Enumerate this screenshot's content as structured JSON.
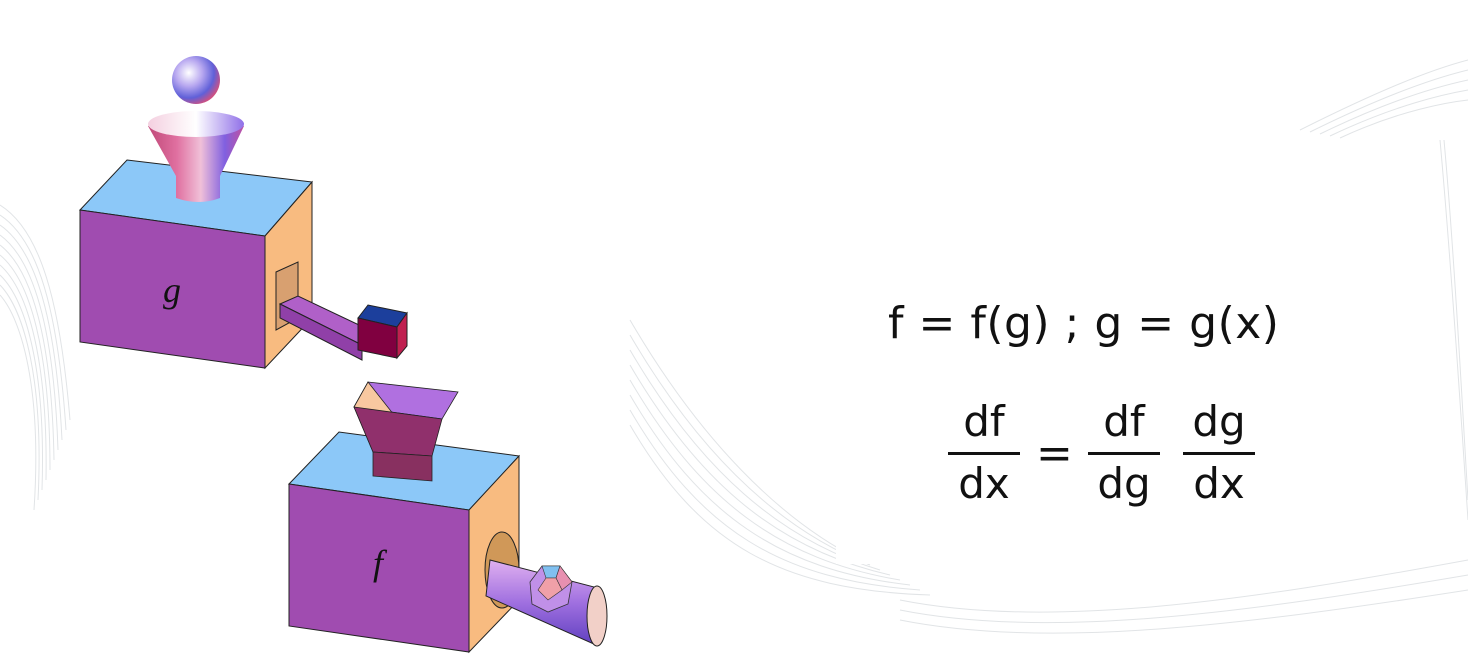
{
  "machines": {
    "g": {
      "label": "g"
    },
    "f": {
      "label": "f"
    }
  },
  "equations": {
    "line1": "f = f(g) ;  g = g(x)",
    "fraction1": {
      "num": "df",
      "den": "dx"
    },
    "equals": "=",
    "fraction2": {
      "num": "df",
      "den": "dg"
    },
    "fraction3": {
      "num": "dg",
      "den": "dx"
    }
  },
  "colors": {
    "box_front": "#a04cb0",
    "box_top": "#8cc8f8",
    "box_side": "#f8bb80"
  }
}
